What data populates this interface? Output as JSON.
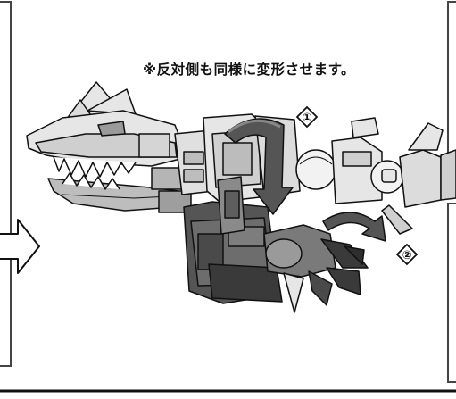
{
  "instruction": {
    "note": "※反対側も同様に変形させます。"
  },
  "steps": [
    {
      "number": "①"
    },
    {
      "number": "②"
    }
  ],
  "colors": {
    "line": "#111111",
    "panel_border": "#444444",
    "part_light": "#e6e6e6",
    "part_mid": "#b5b5b5",
    "part_dark": "#6d6d6d",
    "part_darkest": "#3a3a3a"
  },
  "icons": [
    "right-arrow-icon",
    "rotate-arrow-icon",
    "step-number-icon"
  ]
}
